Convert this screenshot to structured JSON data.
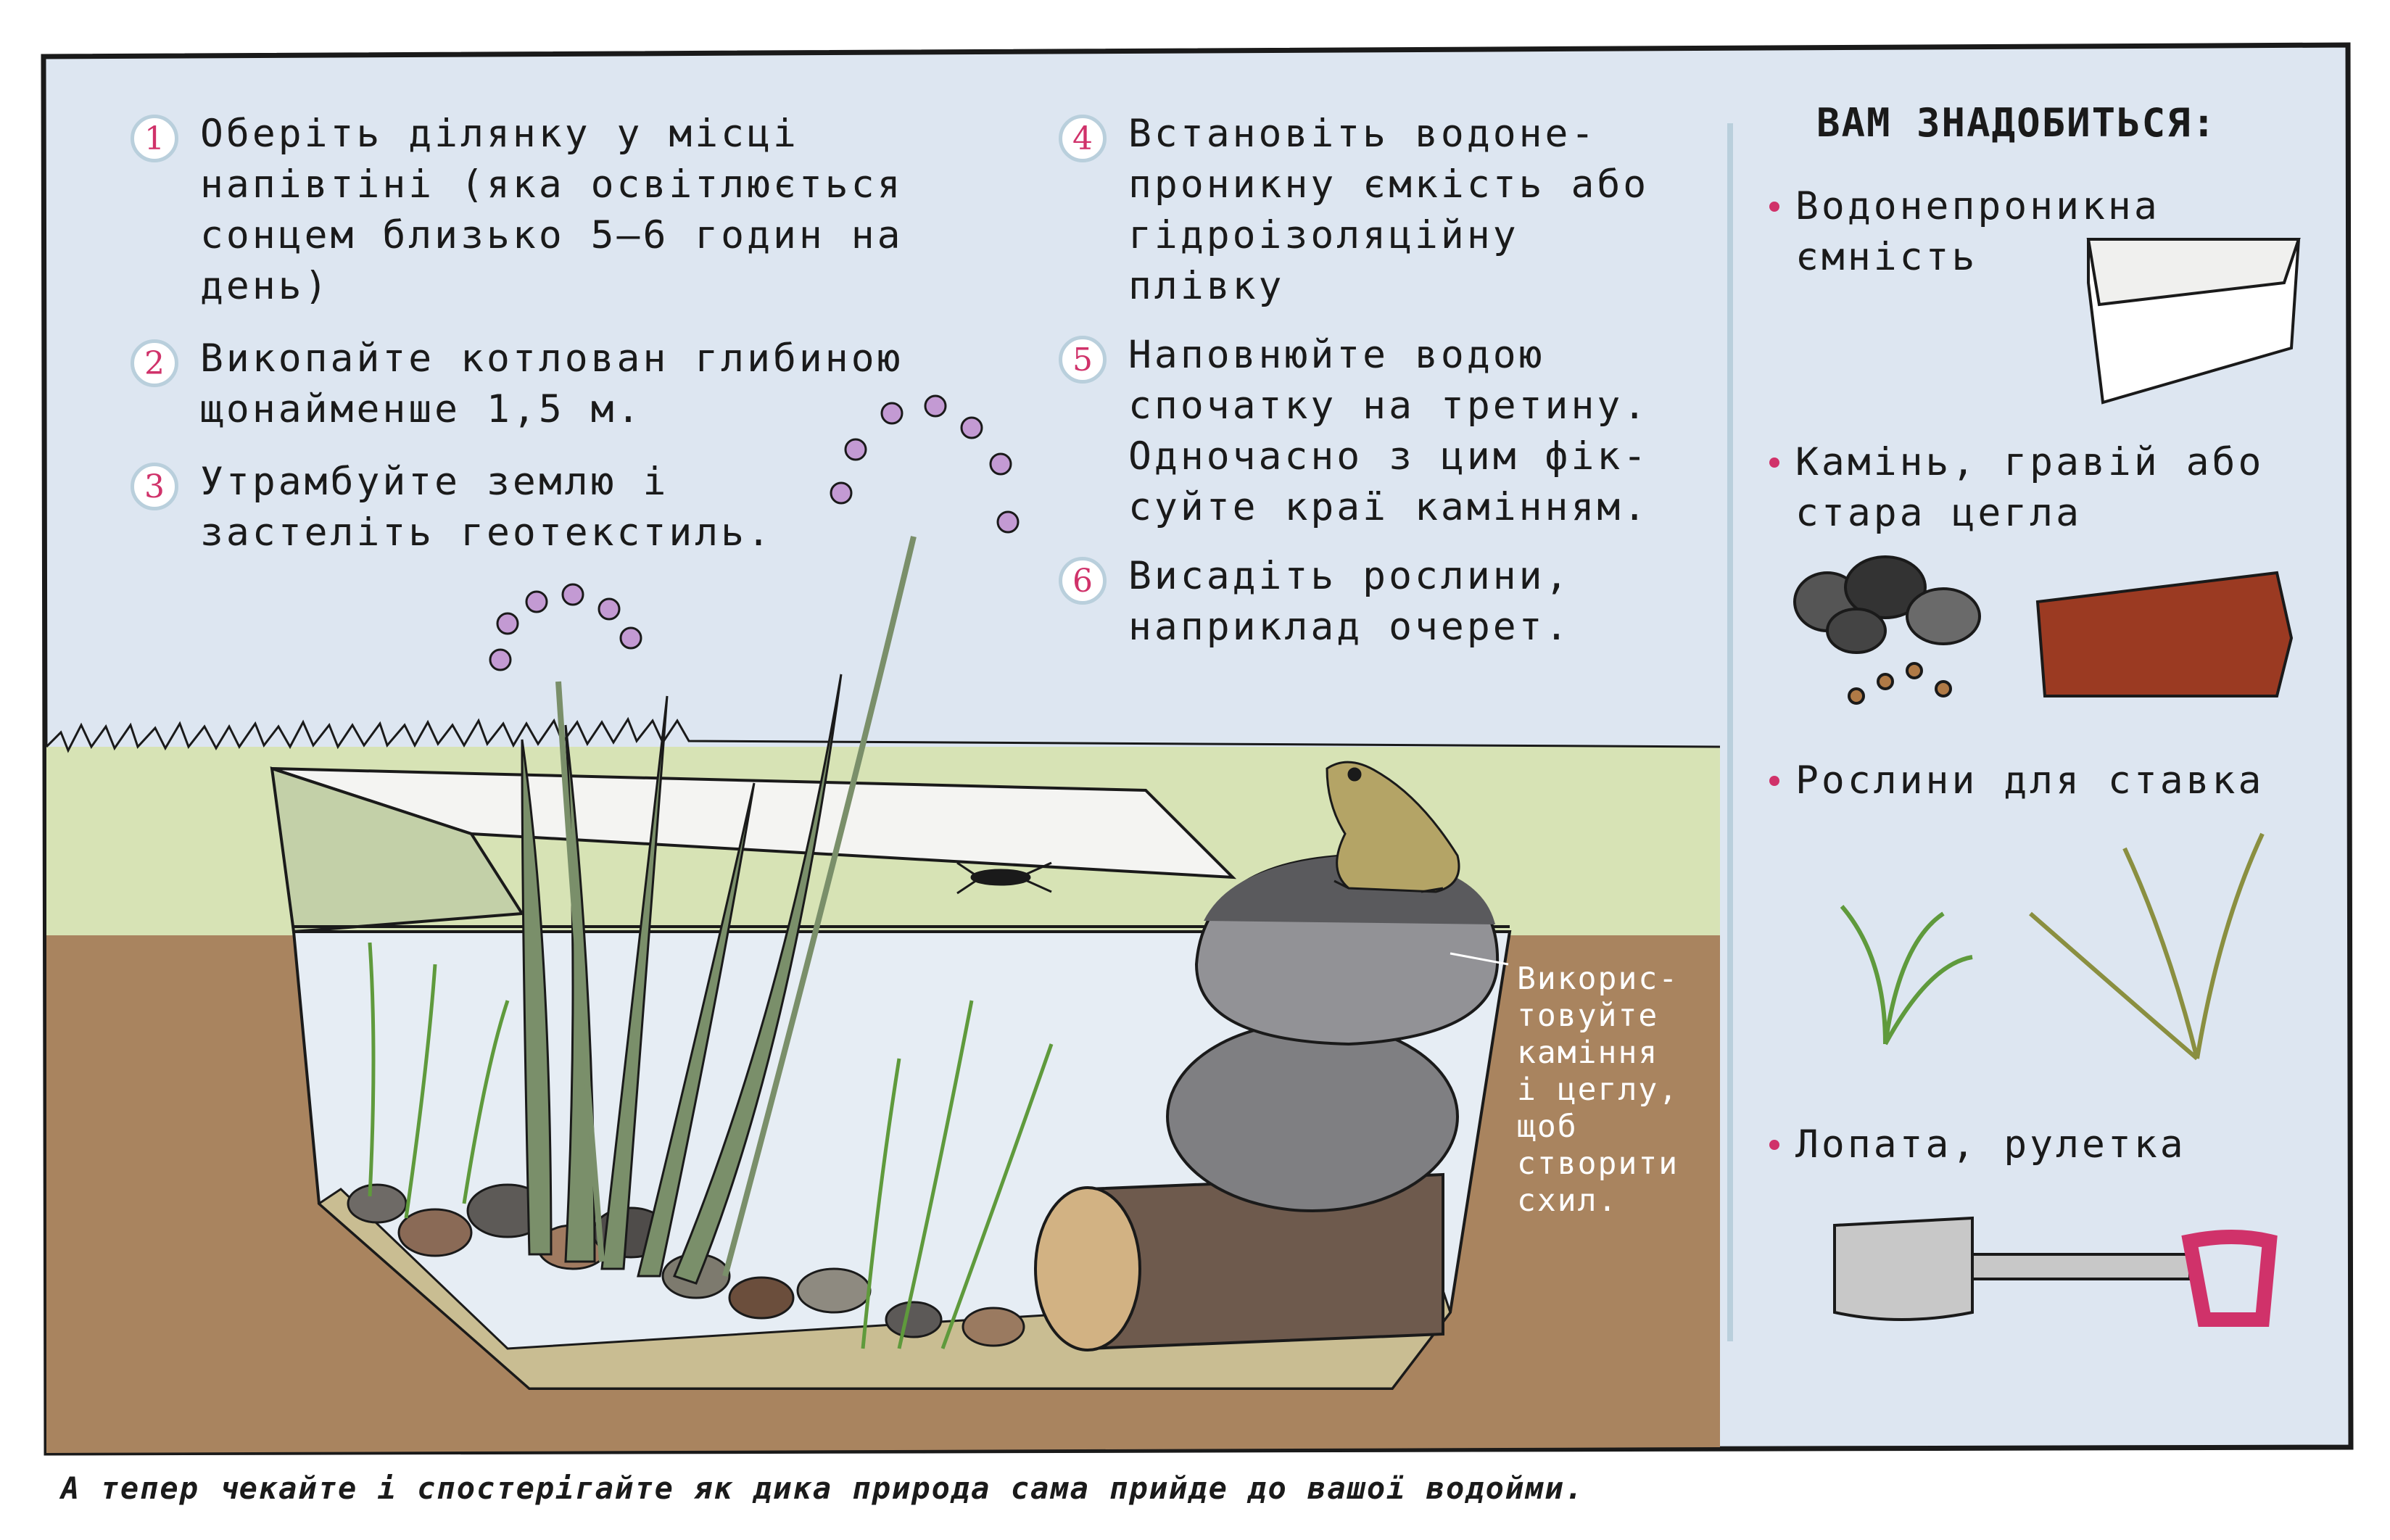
{
  "steps": [
    {
      "num": "1",
      "text": "Оберіть ділянку у місці\nнапівтіні (яка освітлюється\nсонцем близько 5–6 годин на\nдень)"
    },
    {
      "num": "2",
      "text": "Викопайте котлован глибиною\nщонайменше 1,5 м."
    },
    {
      "num": "3",
      "text": "Утрамбуйте землю і\nзастеліть геотекстиль."
    },
    {
      "num": "4",
      "text": "Встановіть водоне-\nпроникну ємкість або\nгідроізоляційну\nплівку"
    },
    {
      "num": "5",
      "text": "Наповнюйте водою\nспочатку на третину.\nОдночасно з цим фік-\nсуйте краї камінням."
    },
    {
      "num": "6",
      "text": "Висадіть рослини,\nнаприклад очерет."
    }
  ],
  "needs": {
    "title": "ВАМ ЗНАДОБИТЬСЯ:",
    "items": [
      {
        "text": "Водонепроникна\nємність",
        "icon": "container-icon"
      },
      {
        "text": "Камінь, гравій або\nстара цегла",
        "icon": "stones-brick-icon"
      },
      {
        "text": "Рослини для ставка",
        "icon": "pond-plants-icon"
      },
      {
        "text": "Лопата, рулетка",
        "icon": "shovel-icon"
      }
    ]
  },
  "tip": "Викорис-\nтовуйте\nкаміння\nі цеглу,\nщоб\nстворити\nсхил.",
  "footer": "А тепер чекайте і спостерігайте як дика природа сама прийде до вашої водойми.",
  "colors": {
    "sky": "#dde6f1",
    "grass": "#d7e3b5",
    "soil": "#a9845f",
    "water": "#e6edf4",
    "accent": "#d0326a",
    "divider": "#b9cfdc"
  }
}
